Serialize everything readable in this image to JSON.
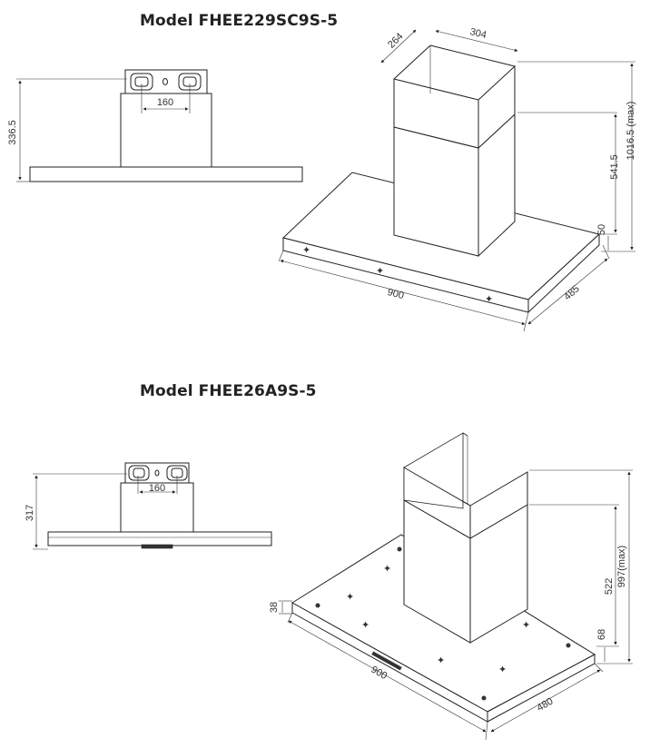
{
  "models": [
    {
      "title": "Model FHEE229SC9S-5",
      "dims": {
        "side_height": "336.5",
        "duct_spacing": "160",
        "duct_depth": "264",
        "duct_width": "304",
        "chimney_height": "541.5",
        "max_height": "1016.5 (max)",
        "canopy_height": "50",
        "width": "900",
        "depth": "485"
      }
    },
    {
      "title": "Model FHEE26A9S-5",
      "dims": {
        "side_height": "317",
        "duct_spacing": "160",
        "chimney_height": "522",
        "max_height": "997(max)",
        "canopy_height": "68",
        "edge_height": "38",
        "width": "900",
        "depth": "480"
      }
    }
  ]
}
